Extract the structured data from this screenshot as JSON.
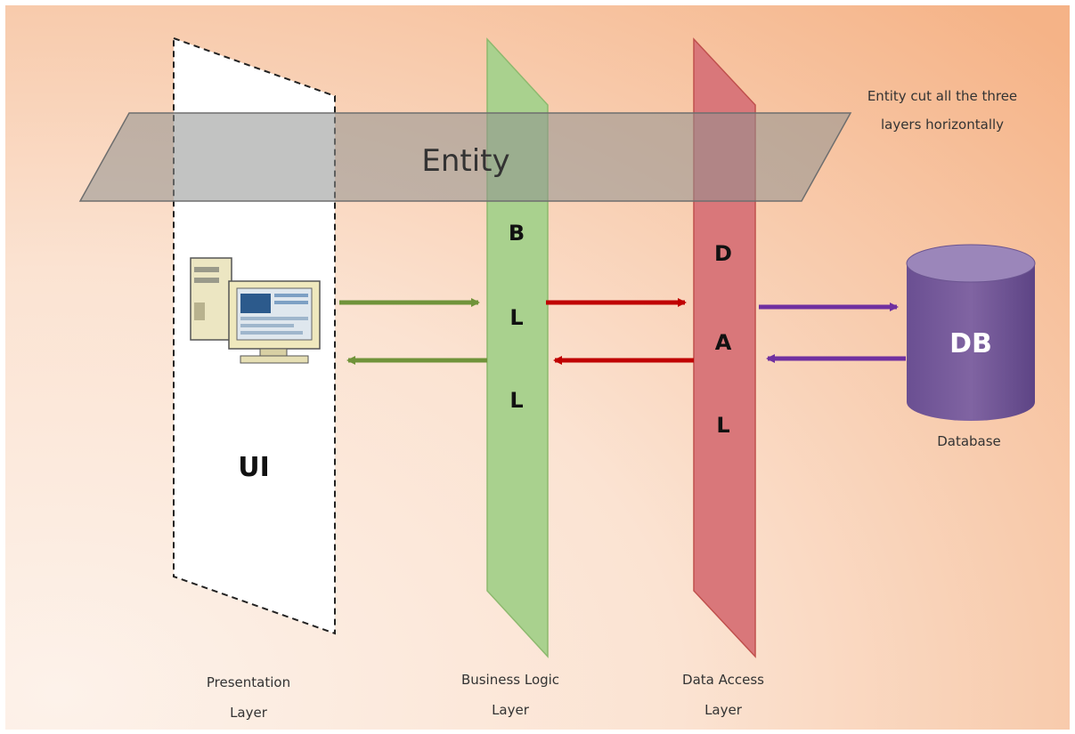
{
  "entity_label": "Entity",
  "entity_note": [
    "Entity cut all the three",
    "layers horizontally"
  ],
  "presentation": {
    "ui_label": "UI",
    "caption": [
      "Presentation",
      "Layer"
    ]
  },
  "business": {
    "letters": [
      "B",
      "L",
      "L"
    ],
    "caption": [
      "Business Logic",
      "Layer"
    ]
  },
  "data_access": {
    "letters": [
      "D",
      "A",
      "L"
    ],
    "caption": [
      "Data Access",
      "Layer"
    ]
  },
  "database": {
    "label": "DB",
    "caption": "Database"
  },
  "icons": [
    "computer-icon",
    "database-icon"
  ],
  "colors": {
    "background_from": "#fbe8dc",
    "background_to": "#f4b183",
    "bll_fill": "#a9d18e",
    "dal_fill": "#d9777a",
    "db_fill": "#8064a2",
    "arrow_green": "#70933a",
    "arrow_red": "#c00000",
    "arrow_purple": "#7030a0"
  }
}
